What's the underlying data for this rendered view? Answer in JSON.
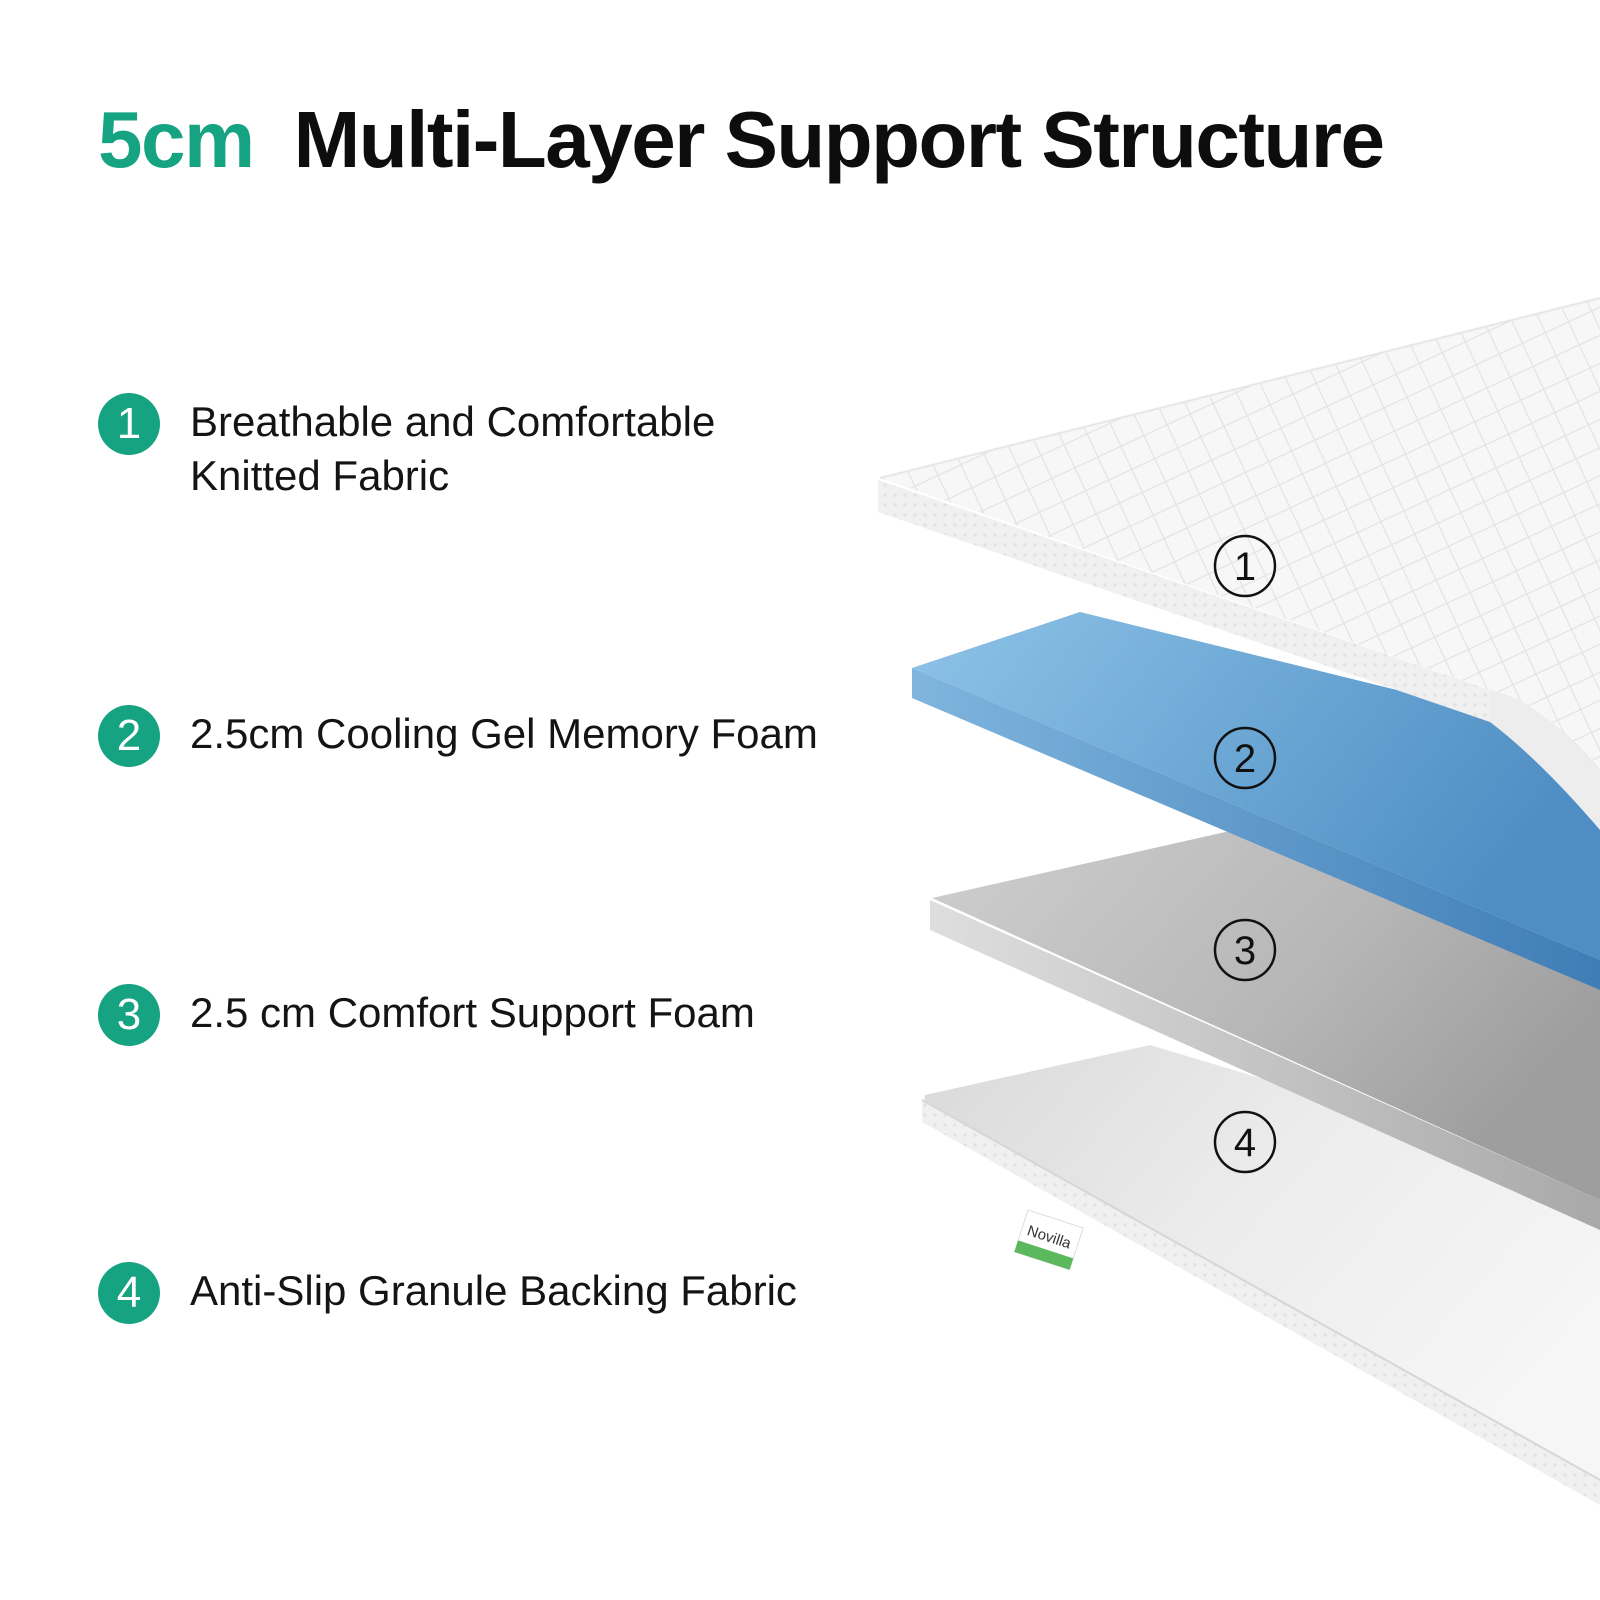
{
  "title": {
    "accent": "5cm",
    "main": "Multi-Layer Support Structure"
  },
  "colors": {
    "accent": "#16a382",
    "text": "#141414",
    "gel_layer": "#5d97c9",
    "support_foam": "#b5b5b5",
    "fabric": "#f4f4f4"
  },
  "layers": [
    {
      "number": "1",
      "label": "Breathable and Comfortable\nKnitted Fabric"
    },
    {
      "number": "2",
      "label": "2.5cm Cooling Gel Memory Foam"
    },
    {
      "number": "3",
      "label": "2.5 cm Comfort Support Foam"
    },
    {
      "number": "4",
      "label": "Anti-Slip Granule Backing Fabric"
    }
  ],
  "markers": [
    "1",
    "2",
    "3",
    "4"
  ],
  "brand_tag": "Novilla"
}
